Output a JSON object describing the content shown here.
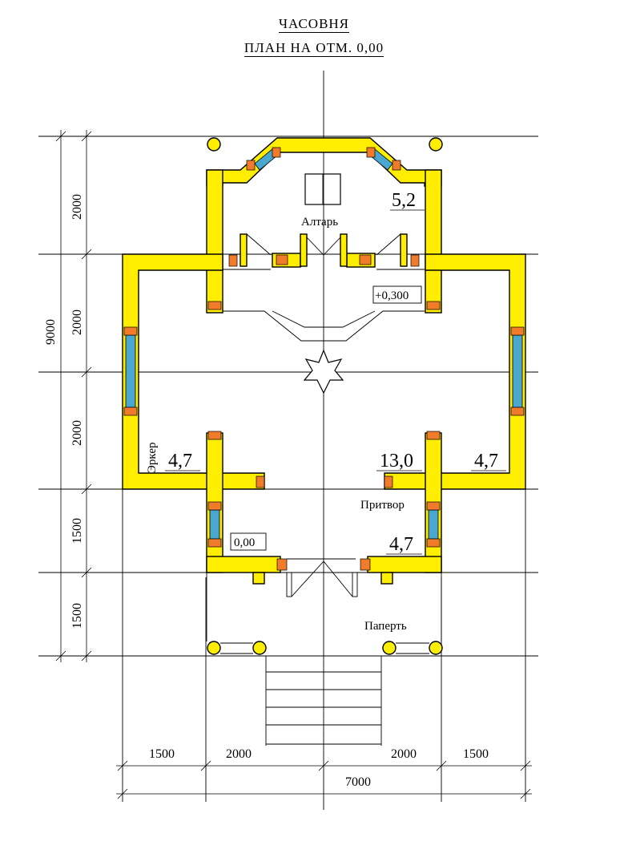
{
  "title": "ЧАСОВНЯ",
  "subtitle": "ПЛАН  НА  ОТМ.  0,00",
  "rooms": {
    "altar": {
      "name": "Алтарь",
      "area": "5,2"
    },
    "erker_left": {
      "name": "Эркер",
      "area": "4,7"
    },
    "nave": {
      "area": "13,0"
    },
    "erker_right": {
      "area": "4,7"
    },
    "pritvor": {
      "name": "Притвор",
      "area": "4,7"
    },
    "paperst": {
      "name": "Паперть"
    }
  },
  "levels": {
    "altar_level": "+0,300",
    "floor_level": "0,00"
  },
  "dimensions": {
    "vertical": [
      "2000",
      "2000",
      "2000",
      "1500",
      "1500"
    ],
    "vertical_total": "9000",
    "horizontal": [
      "1500",
      "2000",
      "2000",
      "1500"
    ],
    "horizontal_total": "7000"
  },
  "colors": {
    "wall": "#ffee00",
    "window": "#4aa8d0",
    "jamb": "#f07b2a"
  }
}
